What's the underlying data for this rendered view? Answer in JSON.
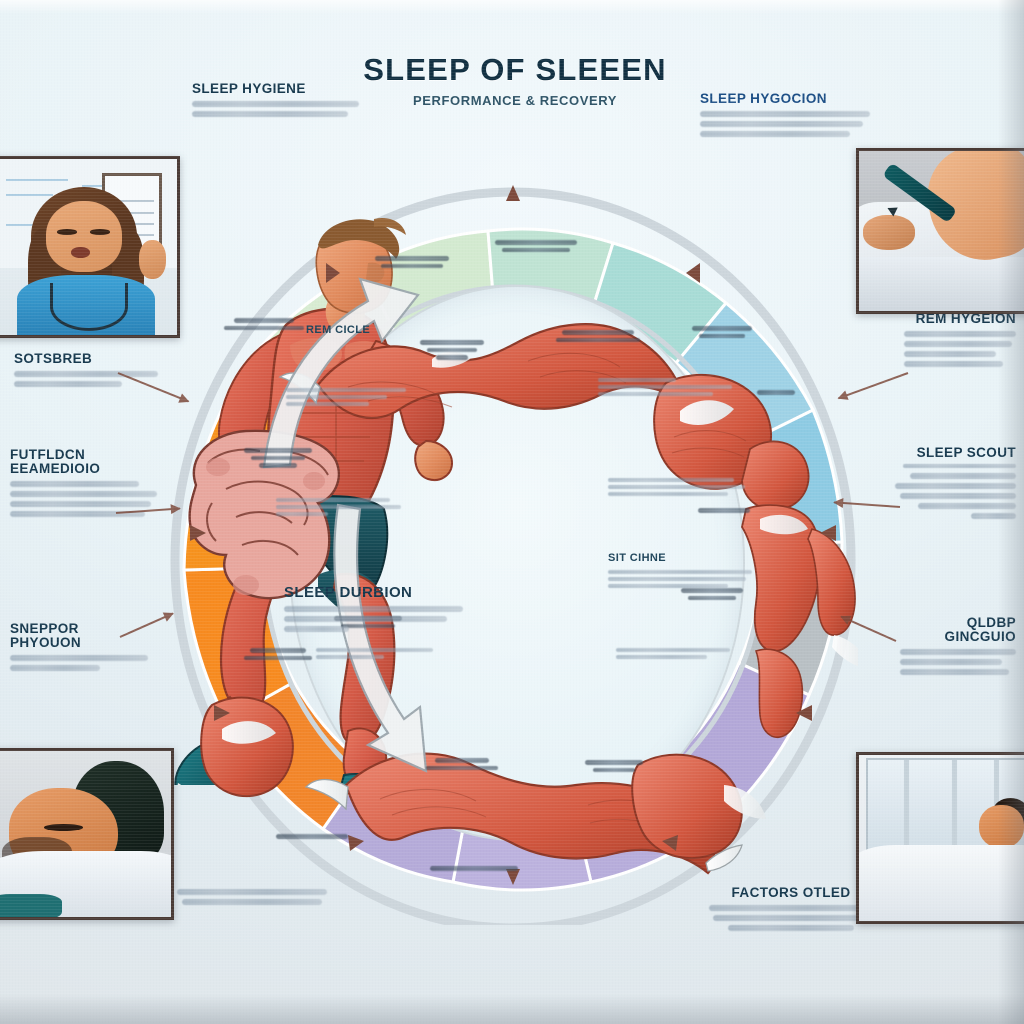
{
  "poster": {
    "title": "SLEEP OF SLEEEN",
    "subtitle": "PERFORMANCE & RECOVERY",
    "background_color": "#e9f3f7",
    "title_color": "#123042"
  },
  "left_labels": [
    {
      "heading": "SOTSBREB",
      "lines": [
        "non novieles mentegene",
        "all permpers gantinal"
      ]
    },
    {
      "heading": "FUTFLDCN\nEEAMEDIOIO",
      "lines": [
        "Elliskipperompetalkz",
        "scrikcllei corrorarccchs",
        "emenot siedies miet necvestes",
        "putsusten metrationtaf liti"
      ]
    },
    {
      "heading": "SNEPPOR\nPHYOUON",
      "lines": [
        "Enorumt faltiilall iisarsona lbocsol",
        "aterecepromercrios,"
      ]
    }
  ],
  "right_labels": [
    {
      "heading": "SLEEP HYGOCION",
      "color": "#1d4f86",
      "lines": [
        "afomighesecnenmiltesonosn lea gensacaice",
        "neesmortiescitallsaculitirckotiveerhtic",
        "fintiskanmer onnrivtrgzeartebononas erosnis."
      ]
    },
    {
      "heading": "REM HYGEION",
      "lines": [
        "Imsonancm gesnitismmcnenoa",
        "ovnentbitascean oa-prsacitiveasut",
        "slic orvimmoplhenloas lcm",
        "ciaandhicysahianosoyiaas"
      ]
    },
    {
      "heading": "SLEEP SCOUT",
      "subheading": "tectjir monrsfopumciapcanrs",
      "lines": [
        "es fibarniessa tosnutti",
        "jomenal stracsalmonsmensrail",
        "antilenspootty ctiititarnuirs",
        "vantvoimmmgpacnmany",
        "dinstnas."
      ]
    },
    {
      "heading": "QLDBP\nGINCGUIO",
      "lines": [
        "Lareginins semnanttonsacil cicirn ci",
        "penuncati anvoni catcioniiniicis",
        "cecittniolfolotrpninsecatiolas"
      ]
    }
  ],
  "top_labels": [
    {
      "heading": "SLEEP HYGIENE",
      "lines": [
        "Tucyprometititidya nuoncomerponi tinnsij",
        "anrcntothiternveangihtacuutitroerncatiauini"
      ]
    }
  ],
  "bottom_labels": [
    {
      "heading": "FACTORS OTLED",
      "lines": [
        "mencrewsistuannrinifisdanoisiiium nnoncien",
        "jotcoiltet aetsecortonoas-coe cacasritil litiay",
        "dusjerczenunel acsesornanuinmnanc."
      ]
    }
  ],
  "center": {
    "heading": "SLEEP DURBION",
    "lines": [
      "iomowrwoxzzesogauentilidtata",
      "eszrjpeniosi ianmommscnopacni",
      "oaiilic."
    ]
  },
  "inner_notes": [
    {
      "id": "rem-cycle",
      "heading": "REM CICLE",
      "lines": []
    },
    {
      "id": "left-upper",
      "heading": "",
      "lines": [
        "mmunnnmme",
        "anchnimtenam",
        "ancosnacion pipics"
      ]
    },
    {
      "id": "left-mid",
      "heading": "",
      "lines": [
        "Immecnend tirs",
        "mnennr peadtianni lisors",
        "cotonit."
      ]
    },
    {
      "id": "left-low",
      "heading": "",
      "lines": [
        "ainimnanarnnnoons",
        "nctitorn"
      ]
    },
    {
      "id": "right-upper",
      "heading": "",
      "lines": [
        "Omenitticun",
        "srs.Lsijionaiis itsanunanani",
        "acoltoseuntineg issanas"
      ]
    },
    {
      "id": "right-mid",
      "heading": "",
      "lines": [
        "Imcenantling itesinnens",
        "nmencanitamianriamtesrtas",
        "ocoiteeniieantiesnnanuine"
      ]
    },
    {
      "id": "right-sit",
      "heading": "SIT CIHNE",
      "lines": [
        "cosnenmonanticarmmanaciaanst",
        "anuiruiusinnuminsancannaoni",
        "onueatnenunaesconno"
      ]
    },
    {
      "id": "right-low",
      "heading": "",
      "lines": [
        "immunminnnanisne",
        "anttaunniiseinec"
      ]
    }
  ],
  "ring_segments": [
    {
      "id": "seg-green-top-left",
      "color": "#d8ecd2",
      "label_lines": [
        "Iliilliiiins",
        "nrsiininniic",
        "nnitiiiy",
        "cuso"
      ]
    },
    {
      "id": "seg-green-top",
      "color": "#bfe3d3",
      "label_lines": [
        "Imnnnnnminin",
        "ininiannnnin"
      ]
    },
    {
      "id": "seg-teal-top",
      "color": "#a8dcd6",
      "label_lines": [
        "ctantinninny",
        "mitnonnnnninnio"
      ]
    },
    {
      "id": "seg-blue-right-top",
      "color": "#9fd2e6",
      "label_lines": [
        "cincnini",
        "ciinnin",
        "cinny"
      ]
    },
    {
      "id": "seg-blue-right",
      "color": "#8ecbe3",
      "label_lines": [
        "cuciniinier",
        "cuinny"
      ]
    },
    {
      "id": "seg-gray-right",
      "color": "#b9c0c4",
      "label_lines": [
        "cinnin",
        "cinniini"
      ]
    },
    {
      "id": "seg-purple-right",
      "color": "#b3a8d8",
      "label_lines": [
        "cinninns",
        "ciunninni",
        "cinn"
      ]
    },
    {
      "id": "seg-purple-bottom",
      "color": "#b7addb",
      "label_lines": [
        "nnmna",
        "cinniinnic"
      ]
    },
    {
      "id": "seg-purple-left",
      "color": "#bcb2de",
      "label_lines": [
        "iunn",
        "ciinnnic",
        "nnnir"
      ]
    },
    {
      "id": "seg-orange-bottom",
      "color": "#f2862a",
      "label_lines": [
        "cinninnaninic"
      ]
    },
    {
      "id": "seg-orange-left",
      "color": "#f78b20",
      "label_lines": [
        "cinniini",
        "masnini"
      ]
    },
    {
      "id": "seg-orange-left-top",
      "color": "#f6921e",
      "label_lines": [
        "mnnnnii",
        "cninnin"
      ]
    }
  ],
  "insets": [
    {
      "id": "inset-clinician",
      "name": "clinician-explaining-photo"
    },
    {
      "id": "inset-pen",
      "name": "hand-writing-notes-photo"
    },
    {
      "id": "inset-sleeper",
      "name": "man-sleeping-closeup-photo"
    },
    {
      "id": "inset-bedroom",
      "name": "man-sleeping-in-bed-photo"
    }
  ]
}
